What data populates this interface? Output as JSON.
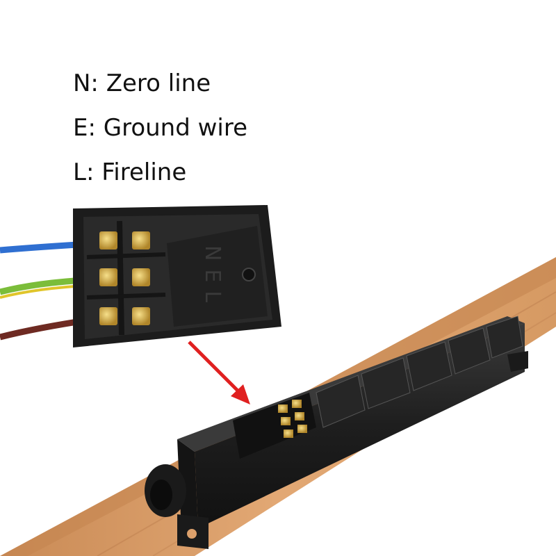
{
  "legend": {
    "lines": [
      {
        "code": "N",
        "text": "N: Zero line"
      },
      {
        "code": "E",
        "text": "E: Ground wire"
      },
      {
        "code": "L",
        "text": "L: Fireline"
      }
    ]
  },
  "box_markings": "NEL",
  "colors": {
    "background": "#ffffff",
    "wood": "#dca06b",
    "wire_blue": "#2f6fd1",
    "wire_green_yellow": "#7bbd3a",
    "wire_brown": "#6e2a22",
    "arrow": "#e02020",
    "housing": "#1c1c1c",
    "terminal_brass": "#d9b04a"
  }
}
